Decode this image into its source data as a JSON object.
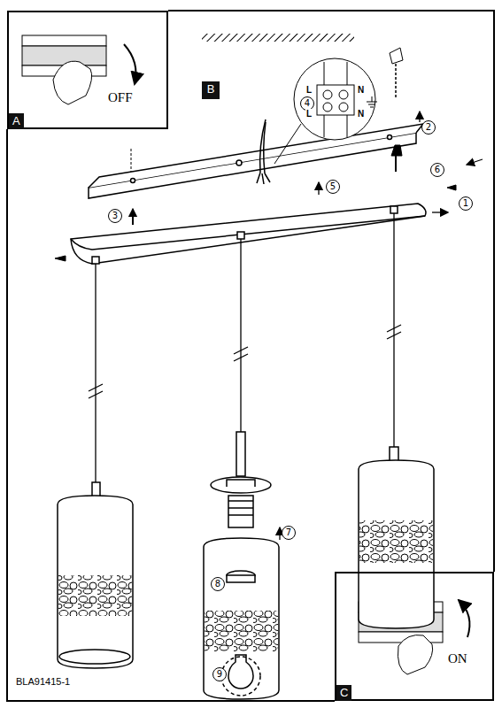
{
  "diagram": {
    "nodes": [
      {
        "text": [
          "A",
          "OFF"
        ]
      },
      {
        "text": [
          "B"
        ]
      },
      {
        "text": [
          "C",
          "ON"
        ]
      }
    ],
    "labels": [
      "BLA91415-1",
      "1",
      "2",
      "3",
      "4",
      "5",
      "6",
      "7",
      "8",
      "9",
      "L",
      "N",
      "L",
      "N"
    ]
  }
}
